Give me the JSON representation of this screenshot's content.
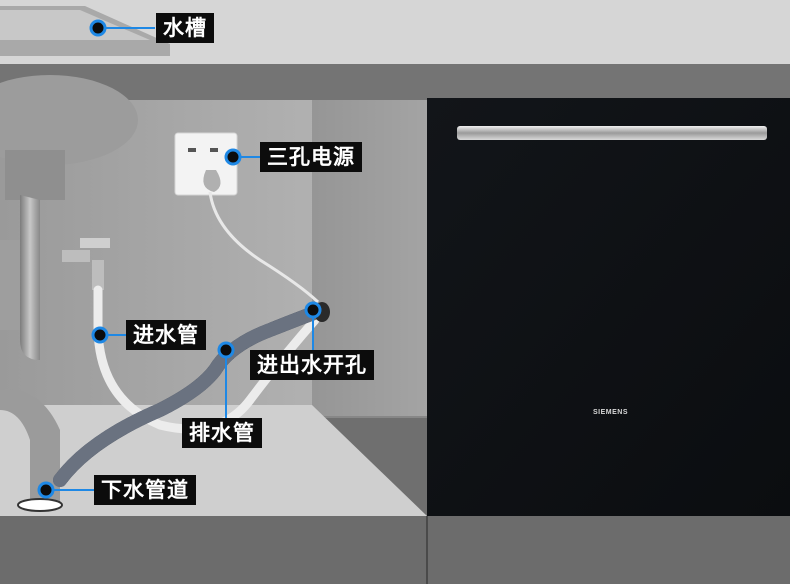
{
  "labels": {
    "sink": "水槽",
    "power": "三孔电源",
    "inlet_hose": "进水管",
    "hose_hole": "进出水开孔",
    "drain_hose": "排水管",
    "drain_pipe": "下水管道"
  },
  "appliance": {
    "brand": "SIEMENS"
  },
  "colors": {
    "callout_bg": "#0c0c0c",
    "callout_text": "#ffffff",
    "marker": "#1e88e5",
    "cabinet_front": "#0f1216"
  }
}
